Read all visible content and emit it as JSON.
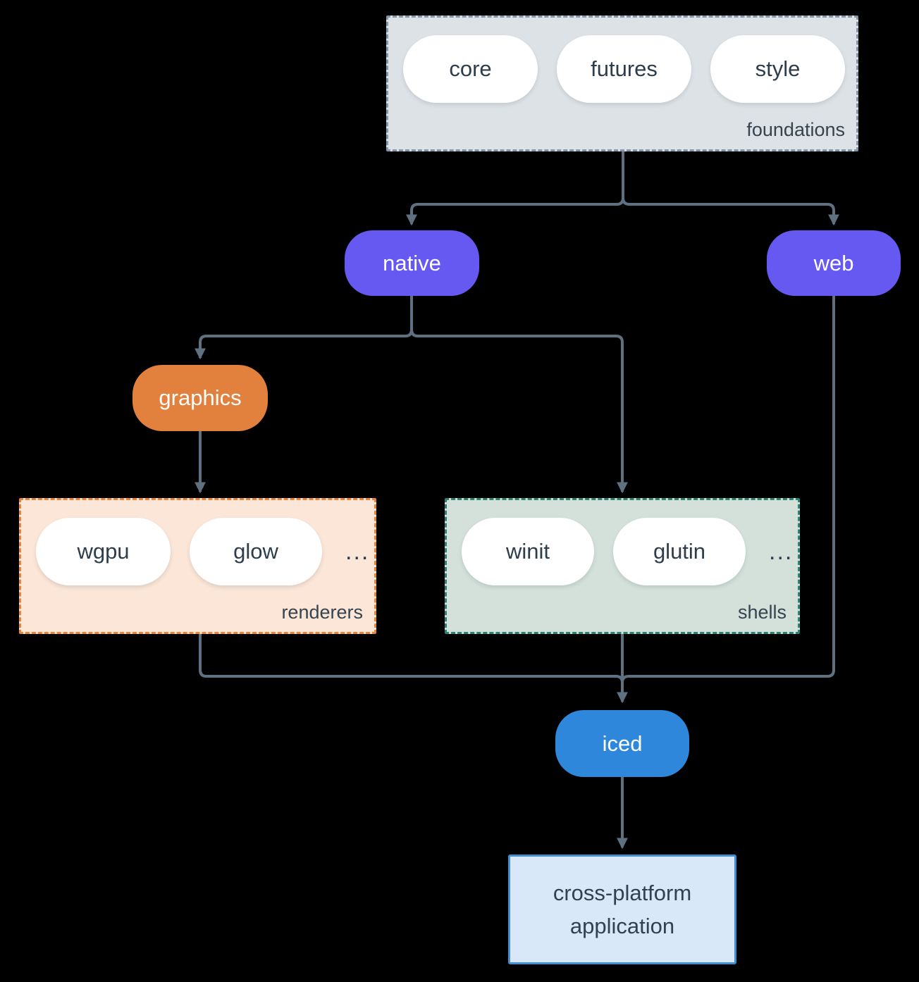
{
  "foundations": {
    "label": "foundations",
    "pills": [
      "core",
      "futures",
      "style"
    ]
  },
  "native": {
    "label": "native"
  },
  "web": {
    "label": "web"
  },
  "graphics": {
    "label": "graphics"
  },
  "renderers": {
    "label": "renderers",
    "pills": [
      "wgpu",
      "glow"
    ],
    "more": "..."
  },
  "shells": {
    "label": "shells",
    "pills": [
      "winit",
      "glutin"
    ],
    "more": "..."
  },
  "iced": {
    "label": "iced"
  },
  "application": {
    "label": "cross-platform application"
  },
  "colors": {
    "background": "#000000",
    "arrow": "#5f7181",
    "foundations_fill": "#dde2e6",
    "foundations_border": "#8496a7",
    "native_web_fill": "#6659f1",
    "graphics_fill": "#e2813d",
    "renderers_fill": "#fbe6d7",
    "renderers_border": "#ea8438",
    "shells_fill": "#d3e1da",
    "shells_border": "#2b8275",
    "iced_fill": "#2e87da",
    "application_fill": "#d9e8f8",
    "application_border": "#418fd3",
    "pill_fill": "#ffffff",
    "dark_text": "#2e3d4c",
    "label_text": "#35444f"
  }
}
